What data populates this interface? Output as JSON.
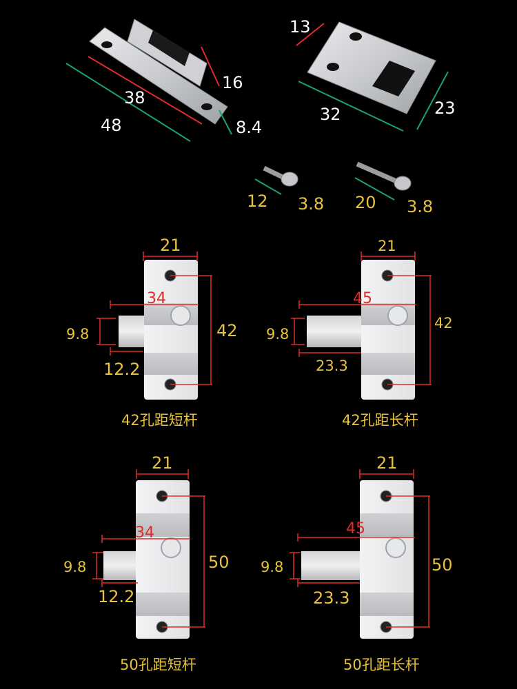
{
  "colors": {
    "background": "#000000",
    "dimension_text": "#e8c23a",
    "dimension_line_teal": "#1aa07a",
    "dimension_line_red": "#e02b2b",
    "metal": "#d9dadc",
    "metal_shadow": "#a9abae"
  },
  "strike_plate_bent": {
    "d_38": "38",
    "d_48": "48",
    "d_16": "16",
    "d_8_4": "8.4"
  },
  "strike_plate_flat": {
    "d_13": "13",
    "d_32": "32",
    "d_23": "23"
  },
  "screws": {
    "short": {
      "length": "12",
      "diameter": "3.8"
    },
    "long": {
      "length": "20",
      "diameter": "3.8"
    }
  },
  "latches": [
    {
      "width": "21",
      "rod_total": "34",
      "height": "42",
      "rod_dia": "9.8",
      "rod_ext": "12.2",
      "caption": "42孔距短杆"
    },
    {
      "width": "21",
      "rod_total": "45",
      "height": "42",
      "rod_dia": "9.8",
      "rod_ext": "23.3",
      "caption": "42孔距长杆"
    },
    {
      "width": "21",
      "rod_total": "34",
      "height": "50",
      "rod_dia": "9.8",
      "rod_ext": "12.2",
      "caption": "50孔距短杆"
    },
    {
      "width": "21",
      "rod_total": "45",
      "height": "50",
      "rod_dia": "9.8",
      "rod_ext": "23.3",
      "caption": "50孔距长杆"
    }
  ]
}
